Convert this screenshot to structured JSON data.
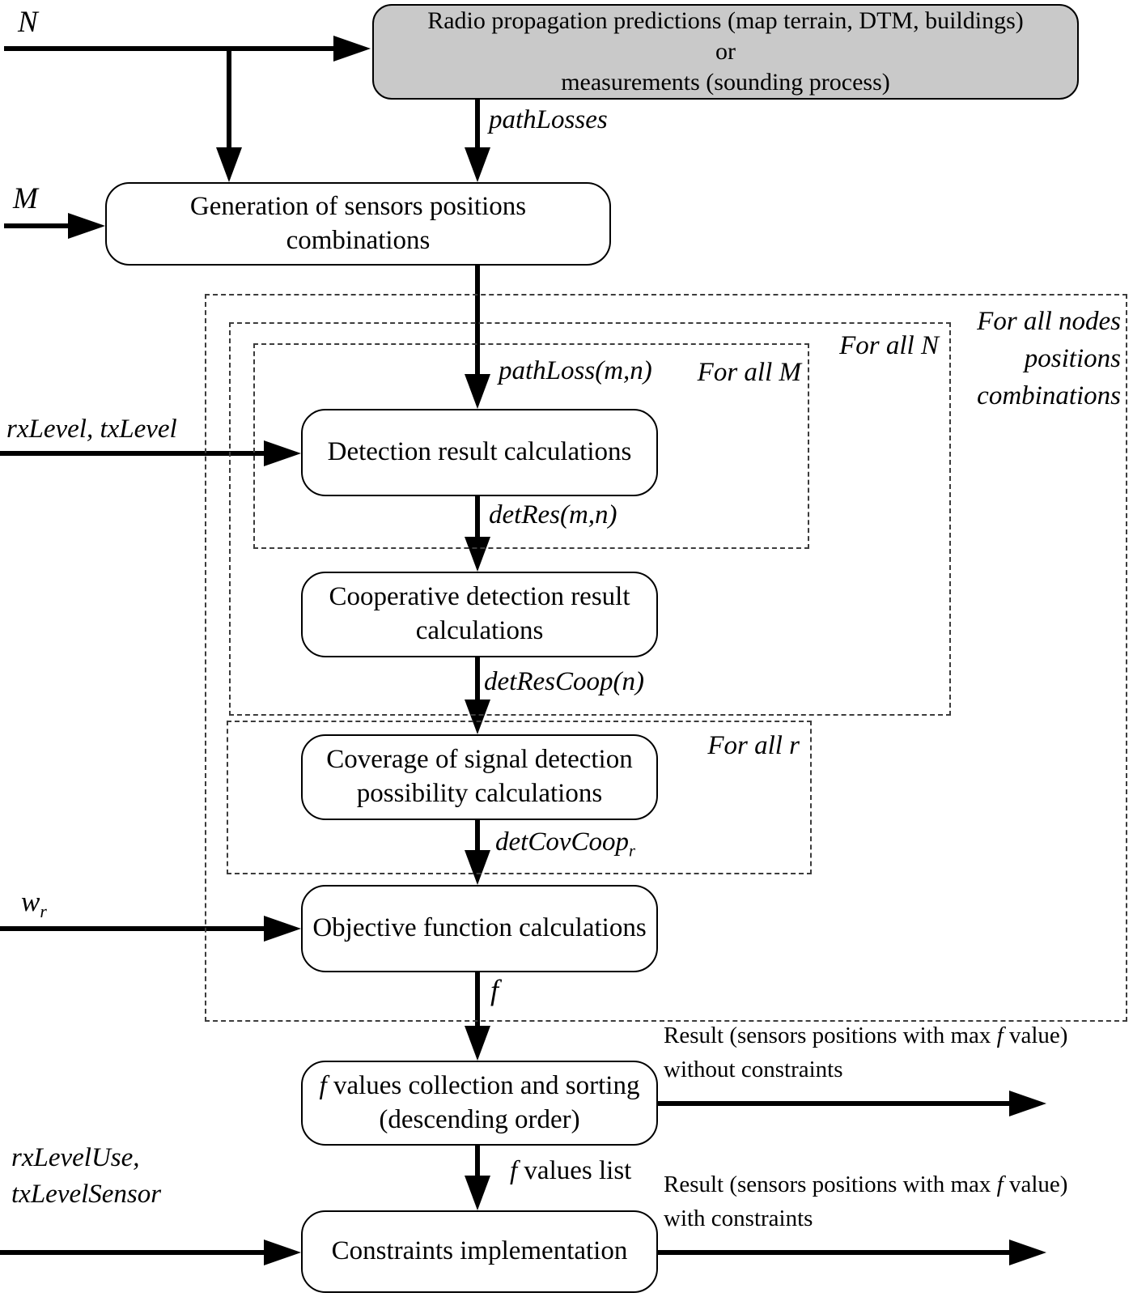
{
  "diagram": {
    "nodes": {
      "source": {
        "lines": [
          "Radio propagation predictions (map terrain, DTM, buildings)",
          "or",
          "measurements (sounding process)"
        ]
      },
      "generation": {
        "lines": [
          "Generation of sensors positions",
          "combinations"
        ]
      },
      "detection": {
        "lines": [
          "Detection result calculations"
        ]
      },
      "cooperative": {
        "lines": [
          "Cooperative detection result",
          "calculations"
        ]
      },
      "coverage": {
        "lines": [
          "Coverage of signal detection",
          "possibility calculations"
        ]
      },
      "objective": {
        "lines": [
          "Objective function calculations"
        ]
      },
      "fcollect": {
        "em": "f",
        "line1_rest": " values collection and sorting",
        "line2": "(descending order)"
      },
      "constraints": {
        "lines": [
          "Constraints implementation"
        ]
      }
    },
    "loops": {
      "outer": {
        "line1": "For all nodes",
        "line2": "positions",
        "line3": "combinations"
      },
      "n": {
        "label": "For all N"
      },
      "m": {
        "label": "For all M"
      },
      "r": {
        "label": "For all r"
      }
    },
    "io": {
      "n": "N",
      "m": "M",
      "pathlosses": "pathLosses",
      "pathloss_mn": "pathLoss(m,n)",
      "rxlevel": "rxLevel, txLevel",
      "detres": "detRes(m,n)",
      "detrescoop": "detResCoop(n)",
      "detcovcoop": {
        "base": "detCovCoop",
        "sub": "r"
      },
      "wr": {
        "base": "w",
        "sub": "r"
      },
      "f": "f",
      "fvalueslist": {
        "em": "f",
        "rest": " values list"
      },
      "rxleveluse": {
        "line1": "rxLevelUse,",
        "line2": "txLevelSensor"
      }
    },
    "results": {
      "without": {
        "pre": "Result (sensors positions with max ",
        "em": "f",
        "post": " value)",
        "line2": "without constraints"
      },
      "with": {
        "pre": "Result (sensors positions with max ",
        "em": "f",
        "post": " value)",
        "line2": "with constraints"
      }
    },
    "colors": {
      "source_fill": "#c9c9c9",
      "line": "#000000",
      "background": "#ffffff"
    }
  }
}
